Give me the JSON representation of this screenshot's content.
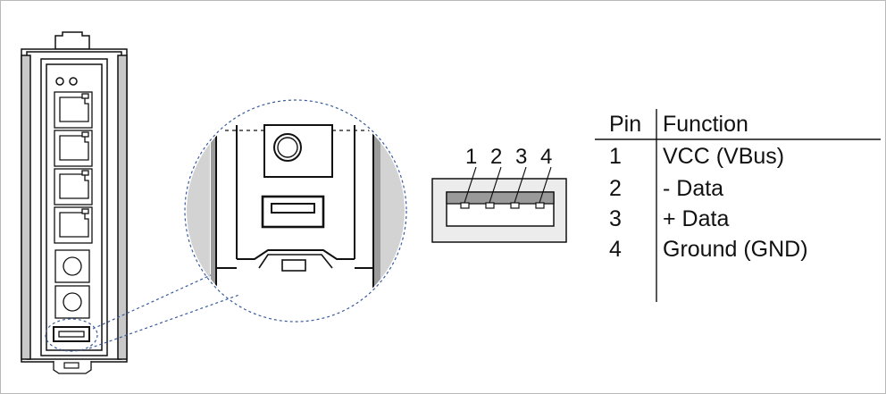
{
  "usb_pins": [
    "1",
    "2",
    "3",
    "4"
  ],
  "table": {
    "headers": {
      "pin": "Pin",
      "function": "Function"
    },
    "rows": [
      {
        "pin": "1",
        "function": "VCC (VBus)"
      },
      {
        "pin": "2",
        "function": "- Data"
      },
      {
        "pin": "3",
        "function": "+ Data"
      },
      {
        "pin": "4",
        "function": "Ground (GND)"
      }
    ]
  },
  "colors": {
    "line": "#111111",
    "gray_fill": "#9a9a9a",
    "light_fill": "#ececec",
    "dash": "#3a5c9c",
    "frame": "#b9b9b9"
  }
}
